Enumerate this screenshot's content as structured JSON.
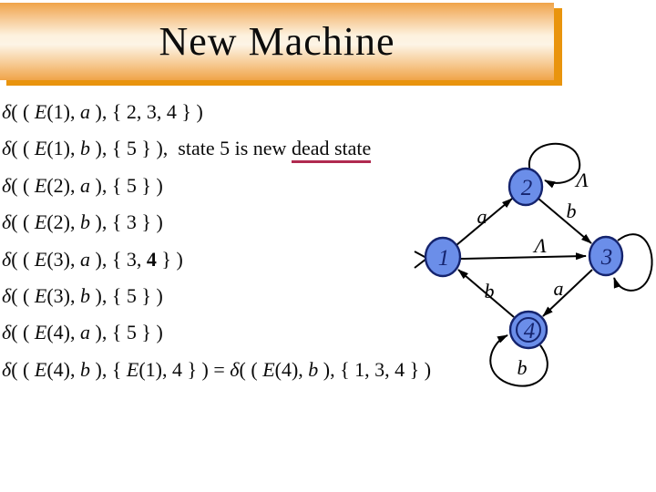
{
  "slide": {
    "title": "New Machine"
  },
  "colors": {
    "banner_edge": "#f0a449",
    "banner_center": "#fdf3e2",
    "banner_shadow": "#e9940d",
    "state_fill": "#6b8ee9",
    "state_stroke": "#15246e",
    "underline_red": "#b02a50"
  },
  "equations": [
    {
      "segments": [
        {
          "text": "δ",
          "style": "i"
        },
        {
          "text": "( ( ",
          "style": "r"
        },
        {
          "text": "E",
          "style": "i"
        },
        {
          "text": "(1), ",
          "style": "r"
        },
        {
          "text": "a",
          "style": "i"
        },
        {
          "text": " ), { 2, 3, 4 } )",
          "style": "r"
        }
      ]
    },
    {
      "segments": [
        {
          "text": "δ",
          "style": "i"
        },
        {
          "text": "( ( ",
          "style": "r"
        },
        {
          "text": "E",
          "style": "i"
        },
        {
          "text": "(1), ",
          "style": "r"
        },
        {
          "text": "b",
          "style": "i"
        },
        {
          "text": " ), { 5 } ),  ",
          "style": "r"
        },
        {
          "text": "state 5 is new ",
          "style": "n"
        },
        {
          "text": "dead state",
          "style": "u"
        }
      ]
    },
    {
      "segments": [
        {
          "text": "δ",
          "style": "i"
        },
        {
          "text": "( ( ",
          "style": "r"
        },
        {
          "text": "E",
          "style": "i"
        },
        {
          "text": "(2), ",
          "style": "r"
        },
        {
          "text": "a",
          "style": "i"
        },
        {
          "text": " ), { 5 } )",
          "style": "r"
        }
      ]
    },
    {
      "segments": [
        {
          "text": "δ",
          "style": "i"
        },
        {
          "text": "( ( ",
          "style": "r"
        },
        {
          "text": "E",
          "style": "i"
        },
        {
          "text": "(2), ",
          "style": "r"
        },
        {
          "text": "b",
          "style": "i"
        },
        {
          "text": " ), { 3 } )",
          "style": "r"
        }
      ]
    },
    {
      "segments": [
        {
          "text": "δ",
          "style": "i"
        },
        {
          "text": "( ( ",
          "style": "r"
        },
        {
          "text": "E",
          "style": "i"
        },
        {
          "text": "(3), ",
          "style": "r"
        },
        {
          "text": "a",
          "style": "i"
        },
        {
          "text": " ), { 3, ",
          "style": "r"
        },
        {
          "text": "4",
          "style": "b"
        },
        {
          "text": " } )",
          "style": "r"
        }
      ]
    },
    {
      "segments": [
        {
          "text": "δ",
          "style": "i"
        },
        {
          "text": "( ( ",
          "style": "r"
        },
        {
          "text": "E",
          "style": "i"
        },
        {
          "text": "(3), ",
          "style": "r"
        },
        {
          "text": "b",
          "style": "i"
        },
        {
          "text": " ), { 5 } )",
          "style": "r"
        }
      ]
    },
    {
      "segments": [
        {
          "text": "δ",
          "style": "i"
        },
        {
          "text": "( ( ",
          "style": "r"
        },
        {
          "text": "E",
          "style": "i"
        },
        {
          "text": "(4), ",
          "style": "r"
        },
        {
          "text": "a",
          "style": "i"
        },
        {
          "text": " ), { 5 } )",
          "style": "r"
        }
      ]
    },
    {
      "segments": [
        {
          "text": "δ",
          "style": "i"
        },
        {
          "text": "( ( ",
          "style": "r"
        },
        {
          "text": "E",
          "style": "i"
        },
        {
          "text": "(4), ",
          "style": "r"
        },
        {
          "text": "b",
          "style": "i"
        },
        {
          "text": " ), { ",
          "style": "r"
        },
        {
          "text": "E",
          "style": "i"
        },
        {
          "text": "(1), 4 } ) = ",
          "style": "r"
        },
        {
          "text": "δ",
          "style": "i"
        },
        {
          "text": "( ( ",
          "style": "r"
        },
        {
          "text": "E",
          "style": "i"
        },
        {
          "text": "(4), ",
          "style": "r"
        },
        {
          "text": "b",
          "style": "i"
        },
        {
          "text": " ), { 1, 3, 4 } )",
          "style": "r"
        }
      ]
    }
  ],
  "diagram": {
    "states": [
      {
        "id": "1",
        "label": "1",
        "start": true,
        "accepting": false
      },
      {
        "id": "2",
        "label": "2",
        "start": false,
        "accepting": false
      },
      {
        "id": "3",
        "label": "3",
        "start": false,
        "accepting": false
      },
      {
        "id": "4",
        "label": "4",
        "start": false,
        "accepting": true
      }
    ],
    "edges": [
      {
        "from": "1",
        "to": "2",
        "label": "a"
      },
      {
        "from": "2",
        "to": "2",
        "label": "Λ"
      },
      {
        "from": "2",
        "to": "3",
        "label": "b"
      },
      {
        "from": "1",
        "to": "3",
        "label": "Λ"
      },
      {
        "from": "4",
        "to": "1",
        "label": "b"
      },
      {
        "from": "3",
        "to": "4",
        "label": "a"
      },
      {
        "from": "3",
        "to": "3",
        "label": ""
      },
      {
        "from": "4",
        "to": "4",
        "label": "b"
      }
    ]
  }
}
